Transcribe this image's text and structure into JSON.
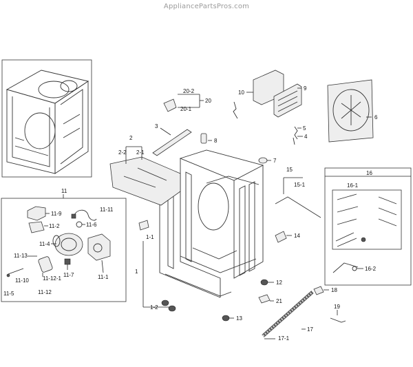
{
  "watermark": "AppliancePartsPros.com",
  "labels": {
    "l1": "1",
    "l1_1": "1-1",
    "l1_2": "1-2",
    "l2": "2",
    "l2_1": "2-1",
    "l2_2": "2-2",
    "l3": "3",
    "l4": "4",
    "l5": "5",
    "l6": "6",
    "l7": "7",
    "l8": "8",
    "l9": "9",
    "l10": "10",
    "l11": "11",
    "l11_1": "11-1",
    "l11_2": "11-2",
    "l11_4": "11-4",
    "l11_5": "11-5",
    "l11_6": "11-6",
    "l11_7": "11-7",
    "l11_9": "11-9",
    "l11_10": "11-10",
    "l11_11": "11-11",
    "l11_12": "11-12",
    "l11_12_1": "11-12-1",
    "l11_13": "11-13",
    "l12": "12",
    "l13": "13",
    "l14": "14",
    "l15": "15",
    "l15_1": "15-1",
    "l16": "16",
    "l16_1": "16-1",
    "l16_2": "16-2",
    "l17": "17",
    "l17_1": "17-1",
    "l18": "18",
    "l19": "19",
    "l20": "20",
    "l20_1": "20-1",
    "l20_2": "20-2",
    "l21": "21"
  }
}
